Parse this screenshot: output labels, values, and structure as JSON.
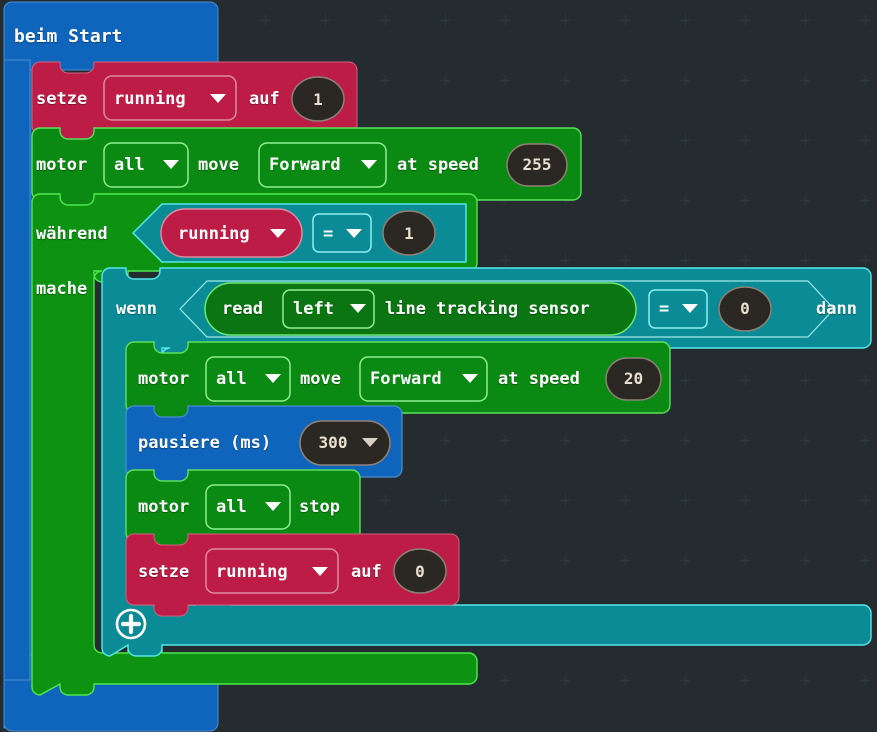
{
  "workspace": {
    "background_color": "#242c2f",
    "grid_dot_color": "#2f3a3d"
  },
  "palette": {
    "event_blue": "#0f64bb",
    "variable_red": "#bc1c45",
    "motor_green": "#0a8a12",
    "reporter_green": "#0a7511",
    "loop_green": "#0d9212",
    "logic_teal": "#0b8b95",
    "loop_border": "#4ee84e",
    "teal_border": "#55e8e8",
    "field_dark": "#2b2723"
  },
  "program": {
    "event_block": {
      "label": "beim Start",
      "color": "#0f64bb"
    },
    "blocks": [
      {
        "id": "set-running-1",
        "kind": "variable-set",
        "color": "#bc1c45",
        "label_prefix": "setze",
        "variable": "running",
        "label_middle": "auf",
        "value": "1"
      },
      {
        "id": "motor-move-255",
        "kind": "motor-move",
        "color": "#0a8a12",
        "label_prefix": "motor",
        "motor_select": "all",
        "label_mid1": "move",
        "direction_select": "Forward",
        "label_mid2": "at speed",
        "speed": "255"
      },
      {
        "id": "while-loop",
        "kind": "while",
        "color": "#0d9212",
        "label_while": "während",
        "label_do": "mache",
        "condition": {
          "kind": "compare",
          "color": "#0b8b95",
          "left_variable": "running",
          "operator": "=",
          "right_value": "1"
        }
      },
      {
        "id": "if-block",
        "kind": "if-then",
        "color": "#0b8b95",
        "label_if": "wenn",
        "label_then": "dann",
        "add_button_icon": "plus-circle-icon",
        "condition": {
          "kind": "compare",
          "operator": "=",
          "right_value": "0",
          "sensor": {
            "kind": "sensor-read",
            "color": "#0a7511",
            "label_prefix": "read",
            "side_select": "left",
            "label_suffix": "line tracking sensor"
          }
        }
      },
      {
        "id": "motor-move-20",
        "kind": "motor-move",
        "color": "#0a8a12",
        "label_prefix": "motor",
        "motor_select": "all",
        "label_mid1": "move",
        "direction_select": "Forward",
        "label_mid2": "at speed",
        "speed": "20"
      },
      {
        "id": "pause-300",
        "kind": "pause",
        "color": "#0f64bb",
        "label": "pausiere (ms)",
        "duration": "300"
      },
      {
        "id": "motor-stop",
        "kind": "motor-stop",
        "color": "#0a8a12",
        "label_prefix": "motor",
        "motor_select": "all",
        "label_suffix": "stop"
      },
      {
        "id": "set-running-0",
        "kind": "variable-set",
        "color": "#bc1c45",
        "label_prefix": "setze",
        "variable": "running",
        "label_middle": "auf",
        "value": "0"
      }
    ]
  }
}
